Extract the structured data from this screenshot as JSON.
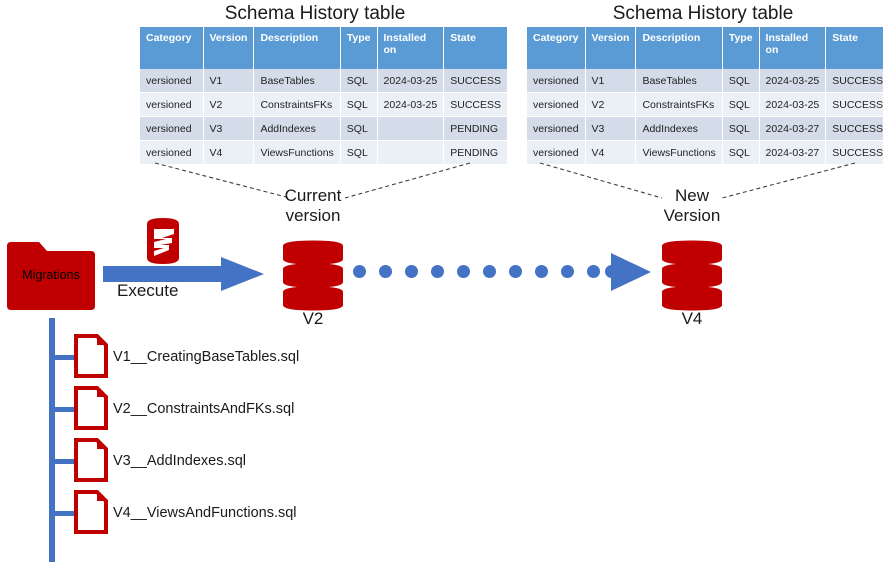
{
  "tables": [
    {
      "title": "Schema History table",
      "columns": [
        "Category",
        "Version",
        "Description",
        "Type",
        "Installed on",
        "State"
      ],
      "rows": [
        [
          "versioned",
          "V1",
          "BaseTables",
          "SQL",
          "2024-03-25",
          "SUCCESS"
        ],
        [
          "versioned",
          "V2",
          "ConstraintsFKs",
          "SQL",
          "2024-03-25",
          "SUCCESS"
        ],
        [
          "versioned",
          "V3",
          "AddIndexes",
          "SQL",
          "",
          "PENDING"
        ],
        [
          "versioned",
          "V4",
          "ViewsFunctions",
          "SQL",
          "",
          "PENDING"
        ]
      ]
    },
    {
      "title": "Schema History table",
      "columns": [
        "Category",
        "Version",
        "Description",
        "Type",
        "Installed on",
        "State"
      ],
      "rows": [
        [
          "versioned",
          "V1",
          "BaseTables",
          "SQL",
          "2024-03-25",
          "SUCCESS"
        ],
        [
          "versioned",
          "V2",
          "ConstraintsFKs",
          "SQL",
          "2024-03-25",
          "SUCCESS"
        ],
        [
          "versioned",
          "V3",
          "AddIndexes",
          "SQL",
          "2024-03-27",
          "SUCCESS"
        ],
        [
          "versioned",
          "V4",
          "ViewsFunctions",
          "SQL",
          "2024-03-27",
          "SUCCESS"
        ]
      ]
    }
  ],
  "folder": {
    "label": "Migrations",
    "icon": "folder-icon",
    "color": "#C00000"
  },
  "flyway": {
    "icon": "flyway-logo-icon",
    "color": "#C00000"
  },
  "execute": {
    "label": "Execute",
    "arrow_color": "#4472C4"
  },
  "databases": [
    {
      "caption_line1": "Current",
      "caption_line2": "version",
      "version": "V2",
      "icon": "database-cylinder-icon",
      "color": "#C00000"
    },
    {
      "caption_line1": "New",
      "caption_line2": "Version",
      "version": "V4",
      "icon": "database-cylinder-icon",
      "color": "#C00000"
    }
  ],
  "migration_flow": {
    "dot_count": 11,
    "dot_color": "#4472C4"
  },
  "files": [
    {
      "name": "V1__CreatingBaseTables.sql",
      "icon": "sql-file-icon"
    },
    {
      "name": "V2__ConstraintsAndFKs.sql",
      "icon": "sql-file-icon"
    },
    {
      "name": "V3__AddIndexes.sql",
      "icon": "sql-file-icon"
    },
    {
      "name": "V4__ViewsAndFunctions.sql",
      "icon": "sql-file-icon"
    }
  ],
  "colors": {
    "header_blue": "#5B9BD5",
    "row_odd": "#D4DCE9",
    "row_even": "#EBEFF6",
    "accent_blue": "#4472C4",
    "red": "#C00000"
  }
}
